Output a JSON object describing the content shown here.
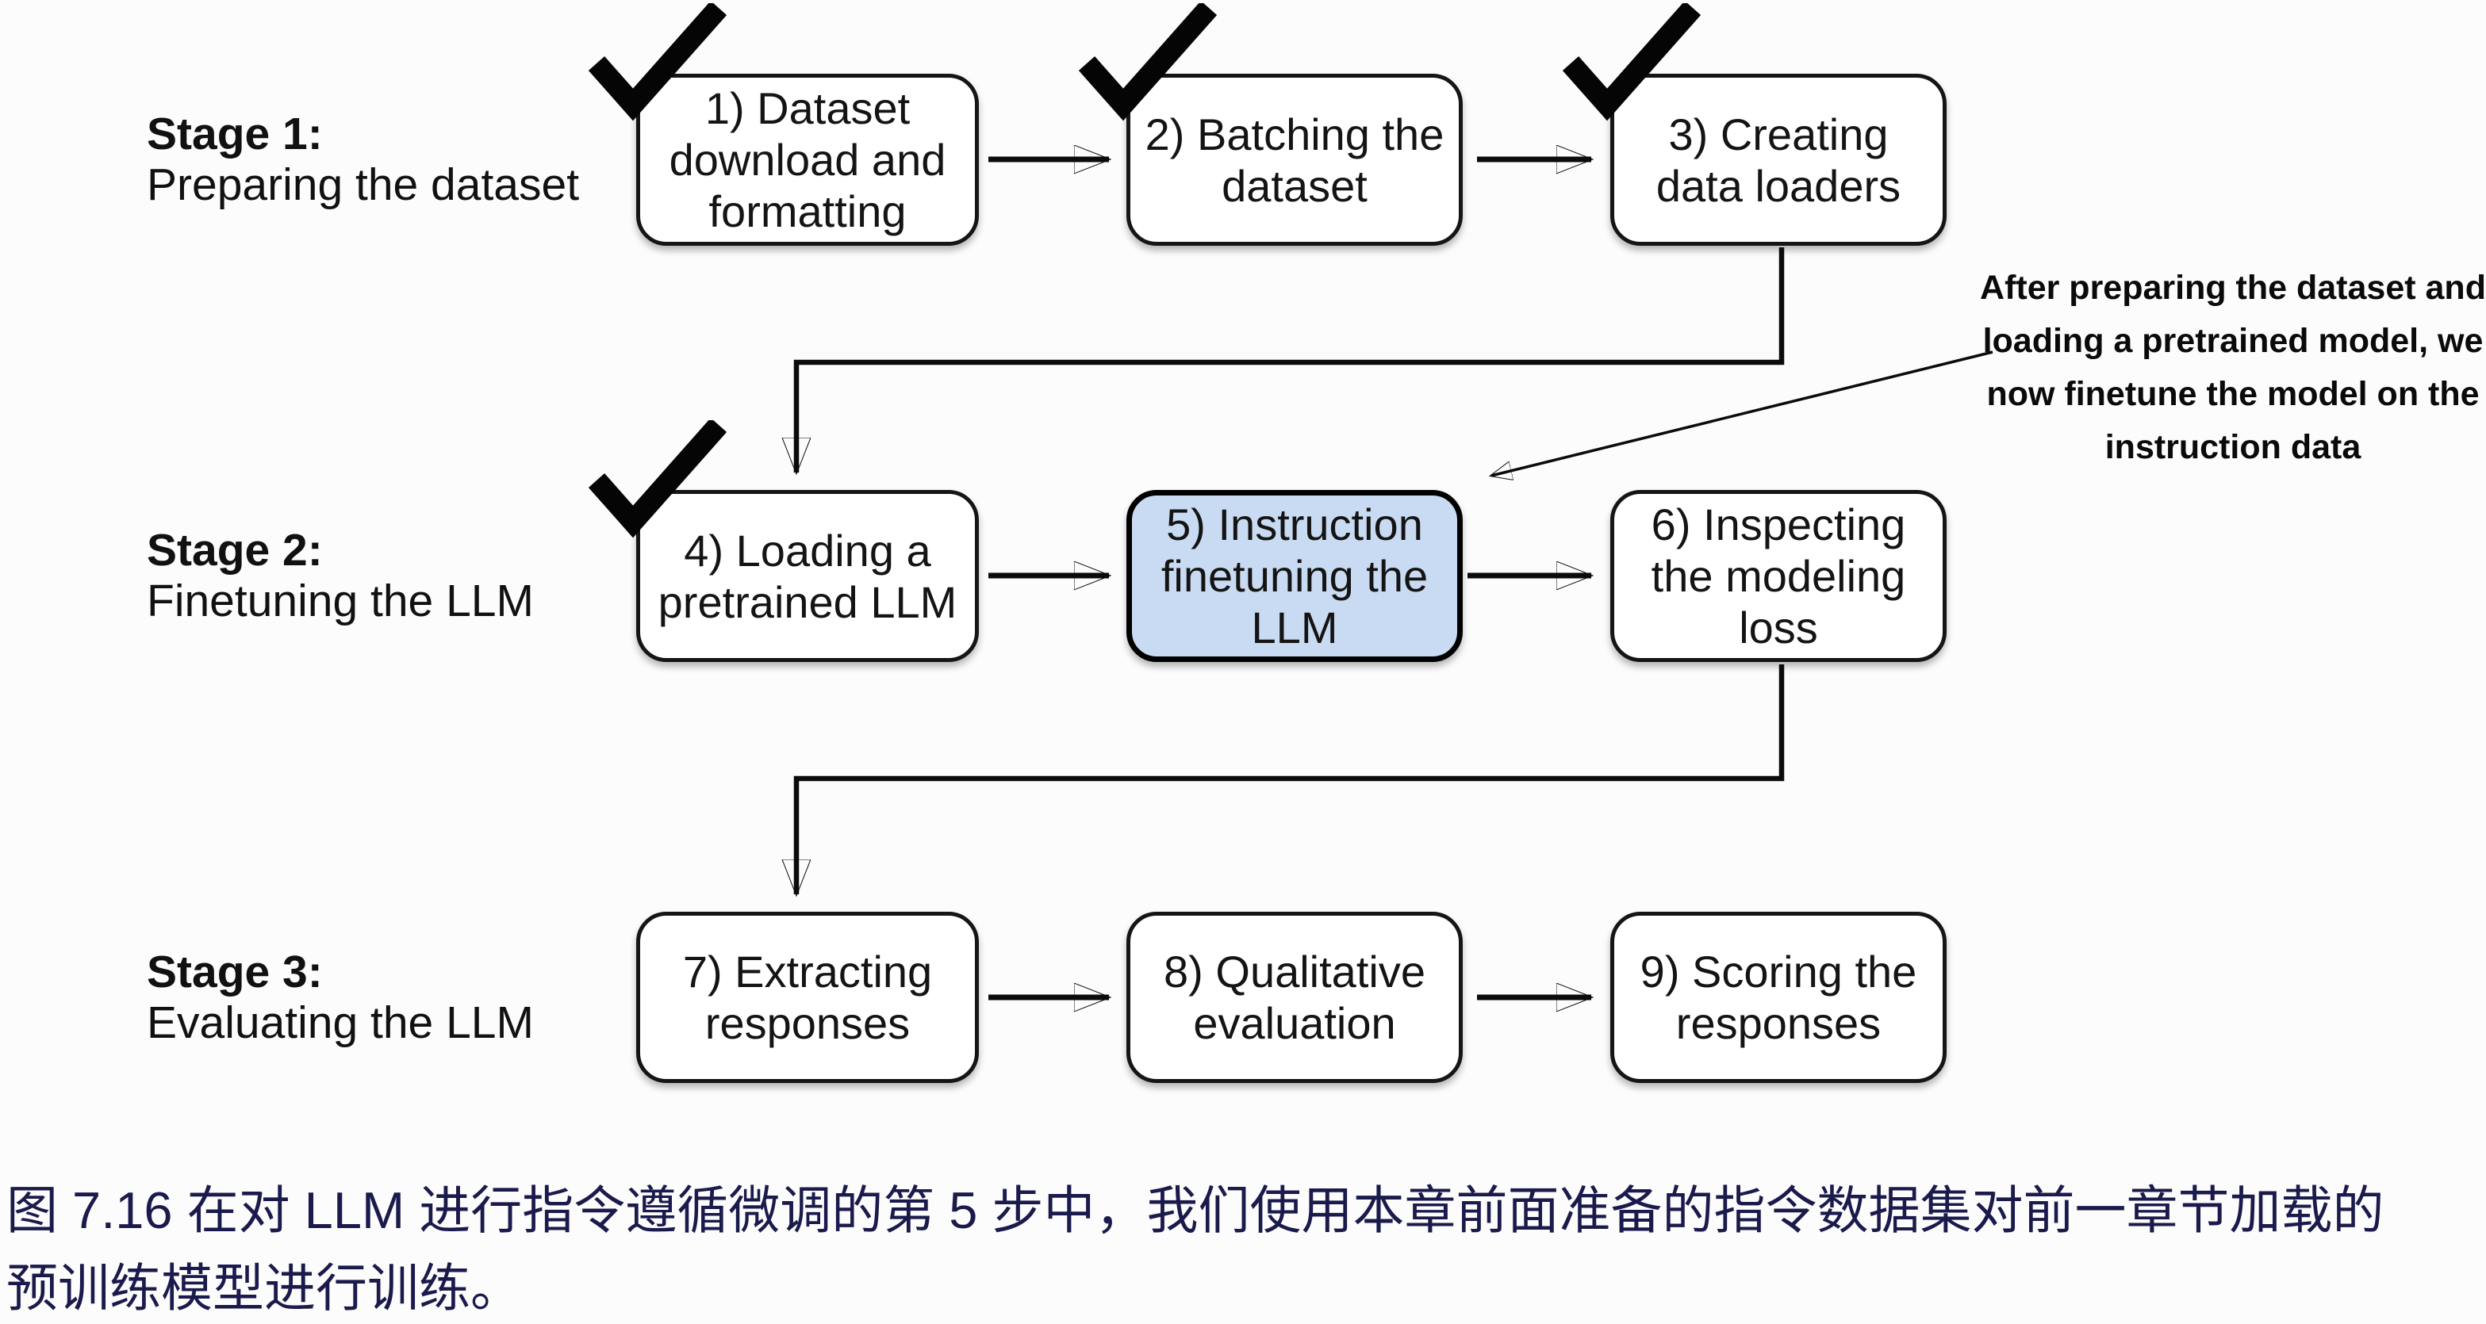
{
  "stages": [
    {
      "title": "Stage 1:",
      "subtitle": "Preparing the dataset"
    },
    {
      "title": "Stage 2:",
      "subtitle": "Finetuning the LLM"
    },
    {
      "title": "Stage 3:",
      "subtitle": "Evaluating the LLM"
    }
  ],
  "boxes": [
    {
      "label": "1) Dataset\ndownload and\nformatting",
      "checked": true,
      "highlighted": false
    },
    {
      "label": "2) Batching the\ndataset",
      "checked": true,
      "highlighted": false
    },
    {
      "label": "3) Creating\ndata loaders",
      "checked": true,
      "highlighted": false
    },
    {
      "label": "4) Loading a\npretrained LLM",
      "checked": true,
      "highlighted": false
    },
    {
      "label": "5) Instruction\nfinetuning the\nLLM",
      "checked": false,
      "highlighted": true
    },
    {
      "label": "6) Inspecting\nthe modeling\nloss",
      "checked": false,
      "highlighted": false
    },
    {
      "label": "7) Extracting\nresponses",
      "checked": false,
      "highlighted": false
    },
    {
      "label": "8) Qualitative\nevaluation",
      "checked": false,
      "highlighted": false
    },
    {
      "label": "9) Scoring the\nresponses",
      "checked": false,
      "highlighted": false
    }
  ],
  "annotation": {
    "text": "After preparing the dataset and\nloading a pretrained model, we\nnow finetune the model on the\ninstruction data"
  },
  "caption": {
    "text": "图 7.16 在对 LLM 进行指令遵循微调的第 5 步中，我们使用本章前面准备的指令数据集对前一章节加载的\n预训练模型进行训练。"
  },
  "icons": {
    "check": "✓",
    "arrow_right": "→",
    "arrow_down": "↓"
  },
  "colors": {
    "highlight_box_fill": "#c9dbf2",
    "box_border": "#151515",
    "connector": "#0b0b0b",
    "caption_text": "#1a1a4c",
    "annotation_text": "#0a0a0a",
    "background": "#fcfcfc"
  }
}
